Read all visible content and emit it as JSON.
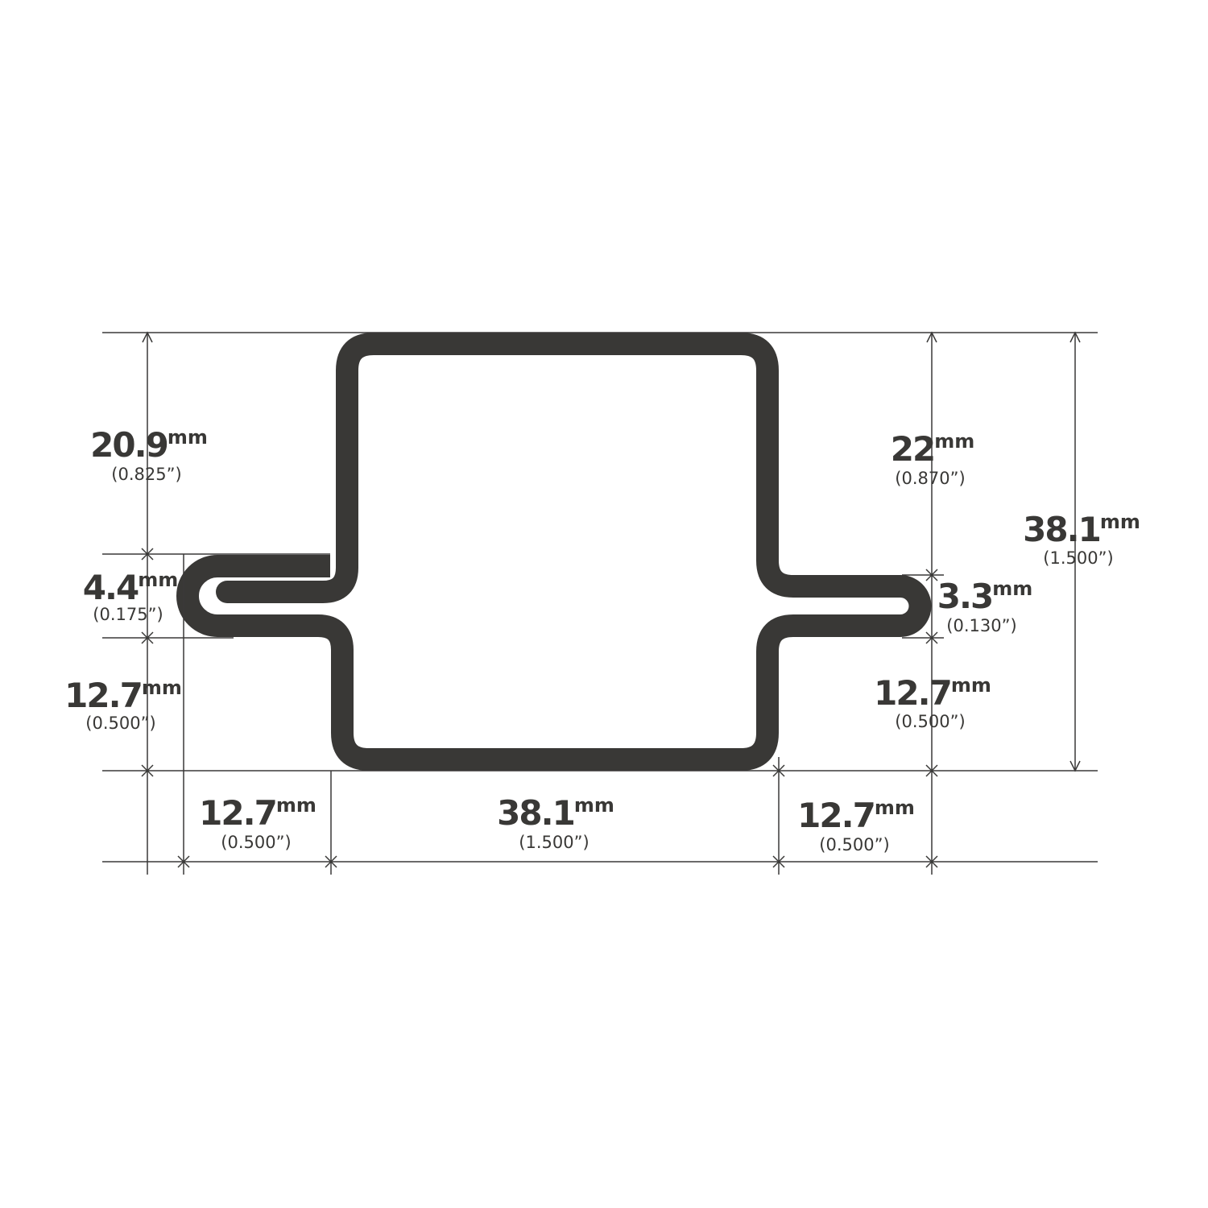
{
  "colors": {
    "profile": "#393836",
    "lines": "#3a3938",
    "background": "#ffffff"
  },
  "dimensions": [
    {
      "id": "left-top-height",
      "value": "20.9",
      "unit": "mm",
      "inch": "(0.825”)"
    },
    {
      "id": "left-tab-height",
      "value": "4.4",
      "unit": "mm",
      "inch": "(0.175”)"
    },
    {
      "id": "left-bottom-height",
      "value": "12.7",
      "unit": "mm",
      "inch": "(0.500”)"
    },
    {
      "id": "bottom-left-width",
      "value": "12.7",
      "unit": "mm",
      "inch": "(0.500”)"
    },
    {
      "id": "bottom-center-width",
      "value": "38.1",
      "unit": "mm",
      "inch": "(1.500”)"
    },
    {
      "id": "bottom-right-width",
      "value": "12.7",
      "unit": "mm",
      "inch": "(0.500”)"
    },
    {
      "id": "right-top-height",
      "value": "22",
      "unit": "mm",
      "inch": "(0.870”)"
    },
    {
      "id": "right-tab-height",
      "value": "3.3",
      "unit": "mm",
      "inch": "(0.130”)"
    },
    {
      "id": "right-bottom-height",
      "value": "12.7",
      "unit": "mm",
      "inch": "(0.500”)"
    },
    {
      "id": "overall-height",
      "value": "38.1",
      "unit": "mm",
      "inch": "(1.500”)"
    }
  ]
}
